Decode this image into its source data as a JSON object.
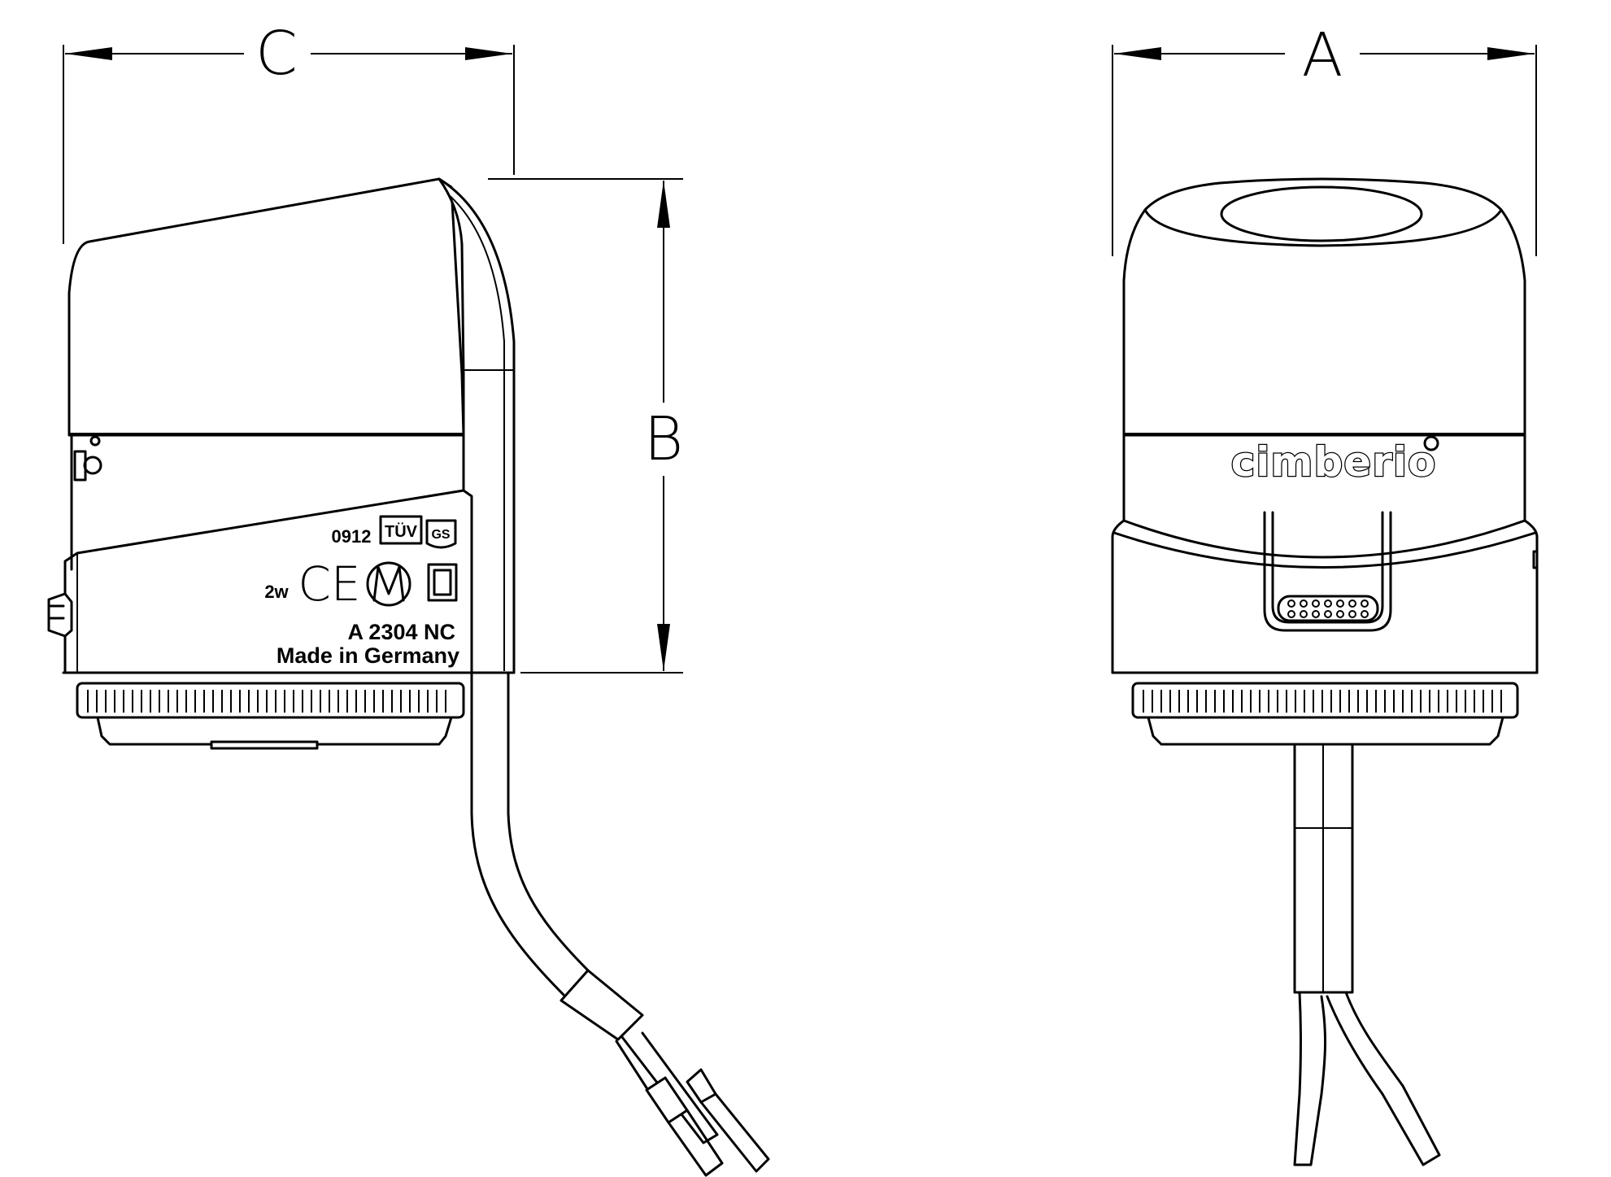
{
  "dimensions": {
    "width_label": "A",
    "height_label": "B",
    "depth_label": "C"
  },
  "side_view": {
    "approval_code": "0912",
    "tuv_mark": "TÜV",
    "gs_mark": "GS",
    "power": "2w",
    "ce_mark": "CE",
    "model": "A 2304 NC",
    "origin": "Made in Germany"
  },
  "front_view": {
    "brand": "cimberio"
  },
  "colors": {
    "line": "#000000",
    "background": "#ffffff"
  }
}
